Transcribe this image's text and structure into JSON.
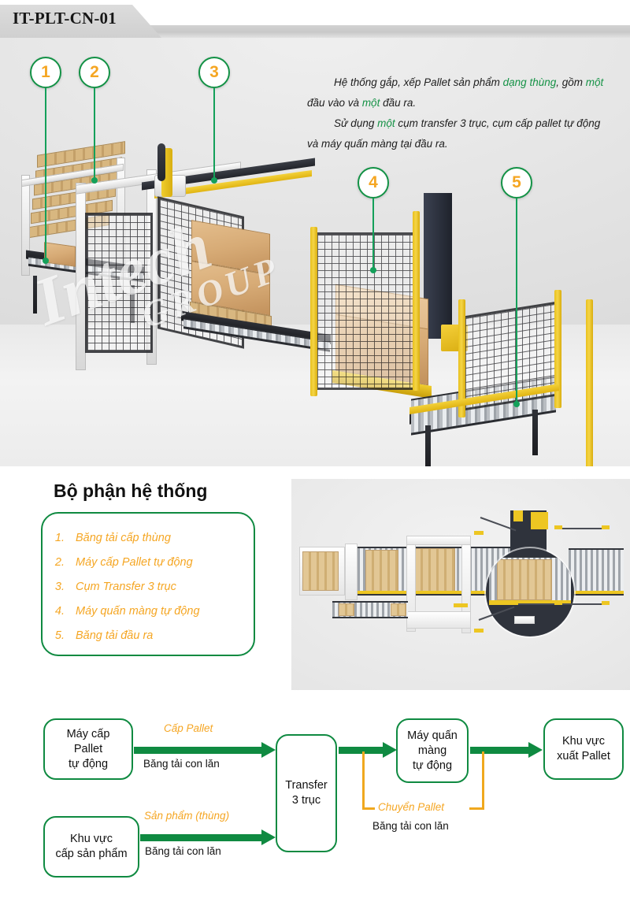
{
  "header": {
    "model_code": "IT-PLT-CN-01"
  },
  "hero": {
    "watermark_main": "Intech",
    "watermark_sub": "GROUP",
    "description": {
      "line1_a": "Hệ thống gắp, xếp Pallet sản phẩm ",
      "line1_hl": "dạng thùng",
      "line1_b": ", gồm ",
      "line1_hl2": "một",
      "line1_c": " đầu vào và ",
      "line1_hl3": "một",
      "line1_d": " đầu ra.",
      "line2_a": "Sử dụng ",
      "line2_hl": "một",
      "line2_b": " cụm transfer 3 trục, cụm cấp pallet tự động và máy quấn màng tại đầu ra."
    },
    "callouts": [
      {
        "number": "1"
      },
      {
        "number": "2"
      },
      {
        "number": "3"
      },
      {
        "number": "4"
      },
      {
        "number": "5"
      }
    ]
  },
  "parts": {
    "title": "Bộ phận hệ thống",
    "items": [
      {
        "num": "1.",
        "label": "Băng tải cấp thùng"
      },
      {
        "num": "2.",
        "label": "Máy cấp Pallet tự động"
      },
      {
        "num": "3.",
        "label": "Cụm Transfer 3 trục"
      },
      {
        "num": "4.",
        "label": "Máy quấn màng tự động"
      },
      {
        "num": "5.",
        "label": "Băng tải đầu ra"
      }
    ]
  },
  "flow": {
    "boxes": {
      "pallet_feeder": {
        "l1": "Máy cấp",
        "l2": "Pallet",
        "l3": "tự động"
      },
      "product_supply": {
        "l1": "Khu vực",
        "l2": "cấp sản phẩm",
        "l3": ""
      },
      "transfer": {
        "l1": "Transfer",
        "l2": "3 trục",
        "l3": ""
      },
      "wrapper": {
        "l1": "Máy quấn",
        "l2": "màng",
        "l3": "tự động"
      },
      "output": {
        "l1": "Khu vực",
        "l2": "xuất Pallet",
        "l3": ""
      }
    },
    "labels": {
      "cap_pallet": "Cấp Pallet",
      "conveyor_1": "Băng tải con lăn",
      "san_pham": "Sản phẩm (thùng)",
      "conveyor_2": "Băng tải con lăn",
      "chuyen_pallet": "Chuyển Pallet",
      "conveyor_3": "Băng tải con lăn"
    }
  },
  "colors": {
    "green": "#0f8a41",
    "green_bright": "#14a05a",
    "orange": "#f5a623",
    "yellow": "#edc622",
    "dark": "#2f333c"
  }
}
